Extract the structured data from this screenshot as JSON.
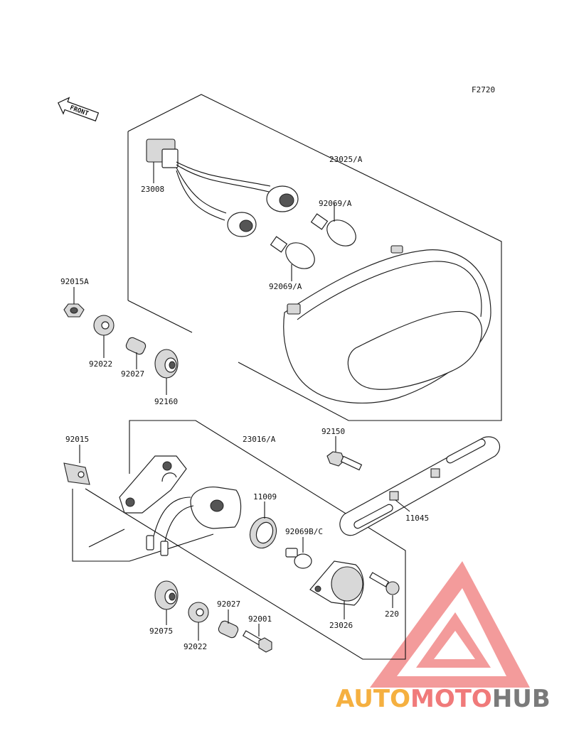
{
  "diagram": {
    "figure_code": "F2720",
    "front_label": "FRONT",
    "parts": [
      {
        "id": "23008"
      },
      {
        "id": "23025/A"
      },
      {
        "id": "92069/A"
      },
      {
        "id": "92069/A"
      },
      {
        "id": "92015A"
      },
      {
        "id": "92022"
      },
      {
        "id": "92027"
      },
      {
        "id": "92160"
      },
      {
        "id": "92015"
      },
      {
        "id": "23016/A"
      },
      {
        "id": "92150"
      },
      {
        "id": "11009"
      },
      {
        "id": "92069B/C"
      },
      {
        "id": "11045"
      },
      {
        "id": "23026"
      },
      {
        "id": "220"
      },
      {
        "id": "92075"
      },
      {
        "id": "92022"
      },
      {
        "id": "92027"
      },
      {
        "id": "92001"
      }
    ]
  },
  "watermark": {
    "part1": "AUTO",
    "part2": "MOTO",
    "part3": "HUB",
    "color_primary": "#f07a7a",
    "color_secondary": "#f5b040",
    "color_tertiary": "#7a7a7a"
  }
}
